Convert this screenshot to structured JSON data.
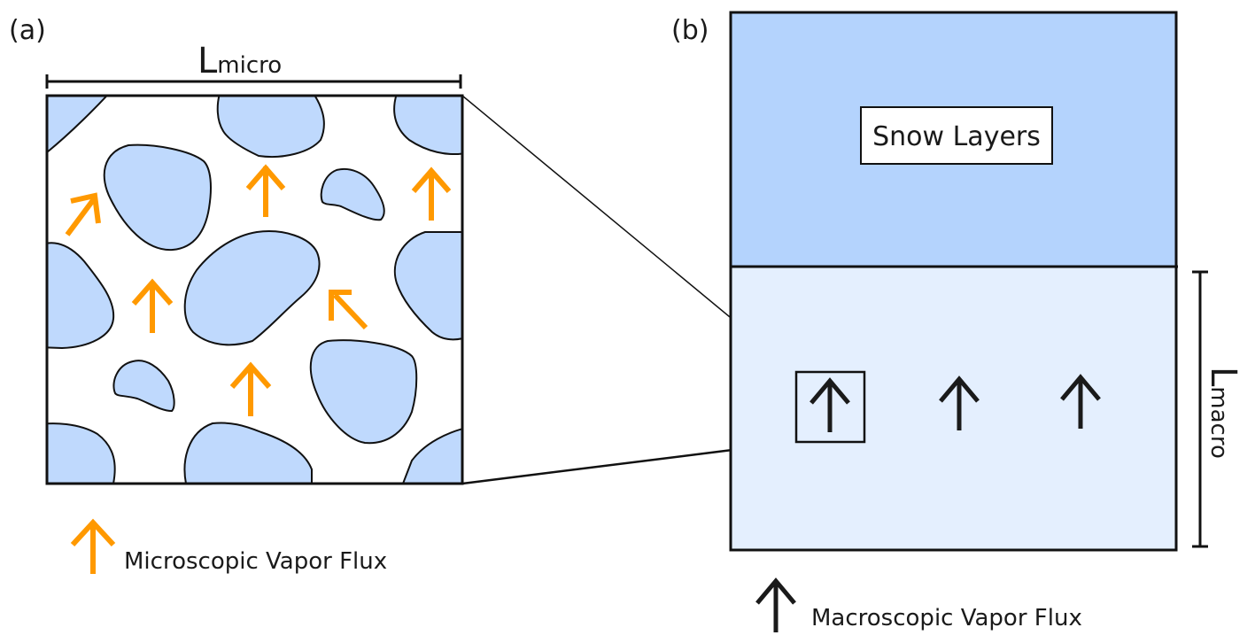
{
  "panel_a": {
    "label": "(a)",
    "scale_label_main": "L",
    "scale_label_sub": "micro",
    "legend_label": "Microscopic Vapor Flux",
    "colors": {
      "grain": "#bfd9fd",
      "arrow": "#ff9900",
      "background": "#ffffff"
    }
  },
  "panel_b": {
    "label": "(b)",
    "top_box_label": "Snow Layers",
    "scale_label_main": "L",
    "scale_label_sub": "macro",
    "legend_label": "Macroscopic Vapor Flux",
    "colors": {
      "snow_layers": "#b4d3fd",
      "domain": "#e4effe",
      "arrow": "#1a1a1a"
    }
  }
}
